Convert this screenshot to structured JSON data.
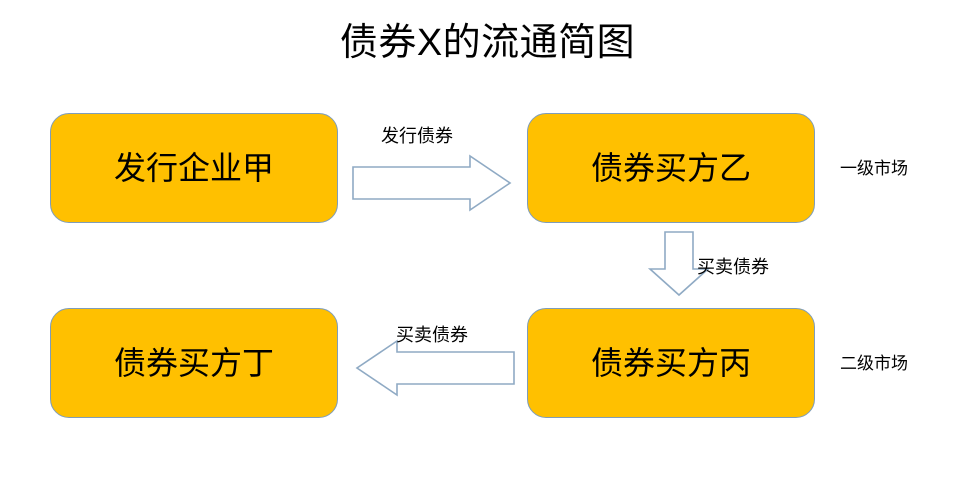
{
  "diagram": {
    "title": "债券X的流通简图",
    "nodes": [
      {
        "id": "issuer",
        "label": "发行企业甲"
      },
      {
        "id": "buyer-b",
        "label": "债券买方乙"
      },
      {
        "id": "buyer-d",
        "label": "债券买方丁"
      },
      {
        "id": "buyer-c",
        "label": "债券买方丙"
      }
    ],
    "edges": [
      {
        "id": "issue",
        "label": "发行债券",
        "direction": "right",
        "from": "issuer",
        "to": "buyer-b"
      },
      {
        "id": "trade-v",
        "label": "买卖债券",
        "direction": "down",
        "from": "buyer-b",
        "to": "buyer-c"
      },
      {
        "id": "trade-h",
        "label": "买卖债券",
        "direction": "left",
        "from": "buyer-c",
        "to": "buyer-d"
      }
    ],
    "annotations": [
      {
        "id": "market-primary",
        "label": "一级市场"
      },
      {
        "id": "market-secondary",
        "label": "二级市场"
      }
    ],
    "colors": {
      "node_fill": "#FFC000",
      "node_border": "#7F9DB9",
      "arrow_stroke": "#8FAAC4",
      "arrow_fill": "#FFFFFF",
      "text": "#000000",
      "background": "#FFFFFF"
    }
  }
}
